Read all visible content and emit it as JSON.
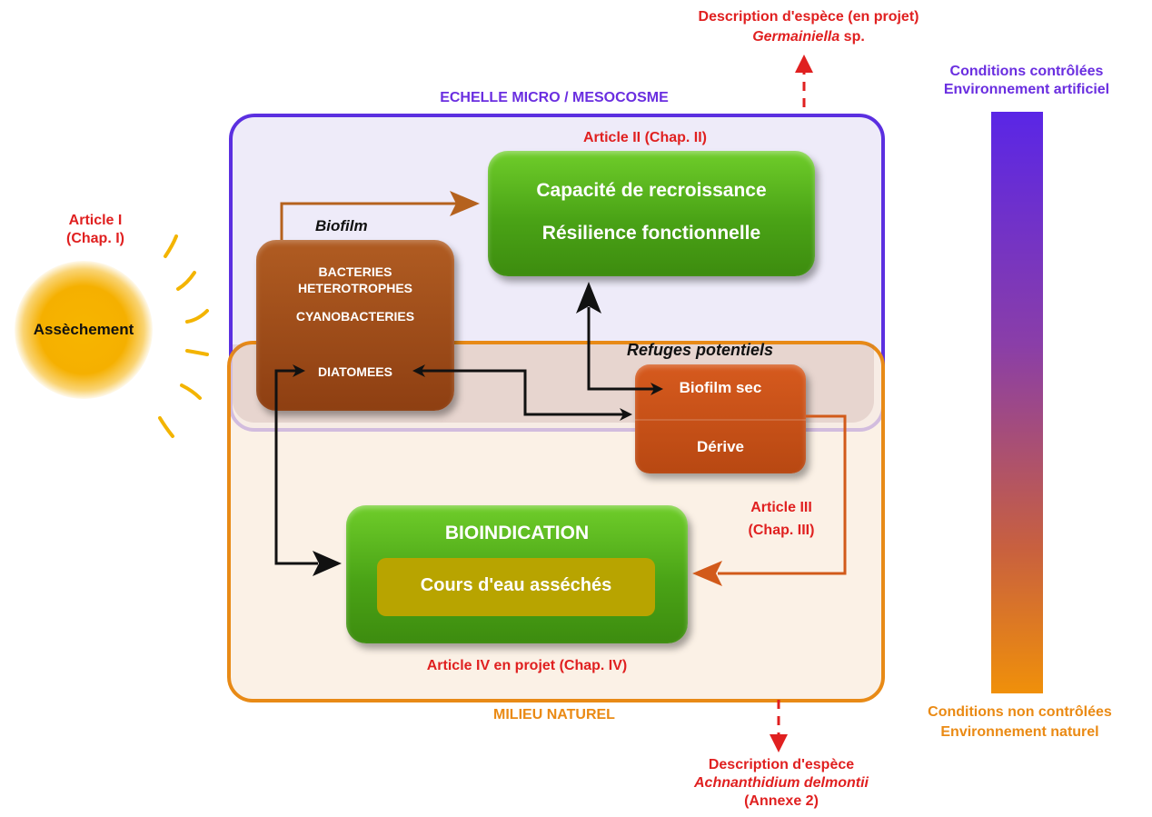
{
  "top_desc": {
    "line1": "Description d'espèce (en projet)",
    "genus": "Germainiella",
    "suffix": " sp."
  },
  "bottom_desc": {
    "line1": "Description d'espèce",
    "species": "Achnanthidium delmontii",
    "line3": "(Annexe 2)"
  },
  "scale": {
    "top_line1": "Conditions contrôlées",
    "top_line2": "Environnement artificiel",
    "bottom_line1": "Conditions non contrôlées",
    "bottom_line2": "Environnement naturel"
  },
  "micro_label": "ECHELLE MICRO / MESOCOSME",
  "natural_label": "MILIEU NATUREL",
  "article1": {
    "line1": "Article I",
    "line2": "(Chap. I)"
  },
  "article2": "Article II (Chap. II)",
  "article3": {
    "line1": "Article III",
    "line2": "(Chap. III)"
  },
  "article4": "Article IV en projet (Chap. IV)",
  "sun_label": "Assèchement",
  "biofilm_title": "Biofilm",
  "biofilm_items": {
    "bacteria_line1": "BACTERIES",
    "bacteria_line2": "HETEROTROPHES",
    "cyano": "CYANOBACTERIES",
    "diatoms": "DIATOMEES"
  },
  "recovery_box": {
    "line1": "Capacité de recroissance",
    "line2": "Résilience fonctionnelle"
  },
  "refuges_title": "Refuges potentiels",
  "refuge_box": {
    "top": "Biofilm sec",
    "bottom": "Dérive"
  },
  "bioindication_box": {
    "title": "BIOINDICATION",
    "inner": "Cours d'eau asséchés"
  },
  "colors": {
    "red": "#e02020",
    "purple": "#5b2fe0",
    "orange": "#e88a16",
    "green": "#4aa316",
    "brown": "#8e3f12",
    "rust": "#c85018",
    "olive": "#b8a400"
  }
}
